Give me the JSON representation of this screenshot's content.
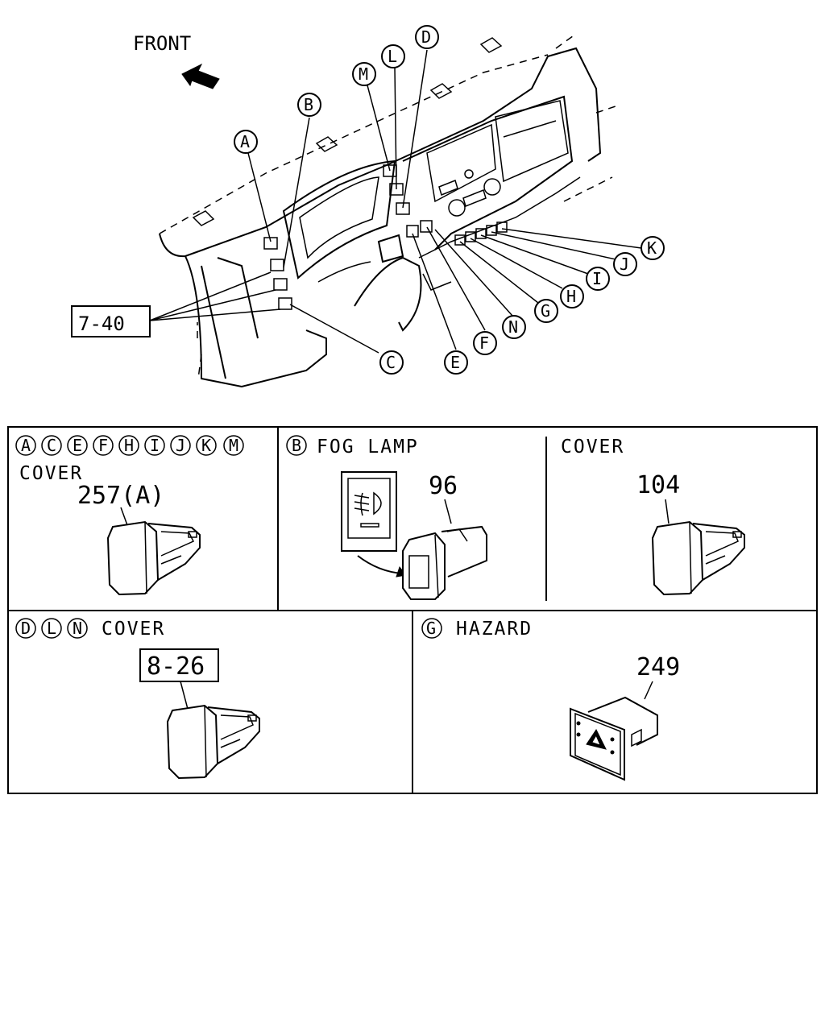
{
  "front_label": "FRONT",
  "callouts": [
    "A",
    "B",
    "C",
    "D",
    "E",
    "F",
    "G",
    "H",
    "I",
    "J",
    "K",
    "L",
    "M",
    "N"
  ],
  "ref_main": "7-40",
  "panels": {
    "cover_group": {
      "letters": [
        "A",
        "C",
        "E",
        "F",
        "H",
        "I",
        "J",
        "K",
        "M"
      ],
      "title": "COVER",
      "part": "257(A)"
    },
    "fog_lamp": {
      "letter": "B",
      "title": "FOG LAMP",
      "part": "96"
    },
    "cover_single": {
      "title": "COVER",
      "part": "104"
    },
    "cover_dln": {
      "letters": [
        "D",
        "L",
        "N"
      ],
      "title": "COVER",
      "ref": "8-26"
    },
    "hazard": {
      "letter": "G",
      "title": "HAZARD",
      "part": "249"
    }
  }
}
